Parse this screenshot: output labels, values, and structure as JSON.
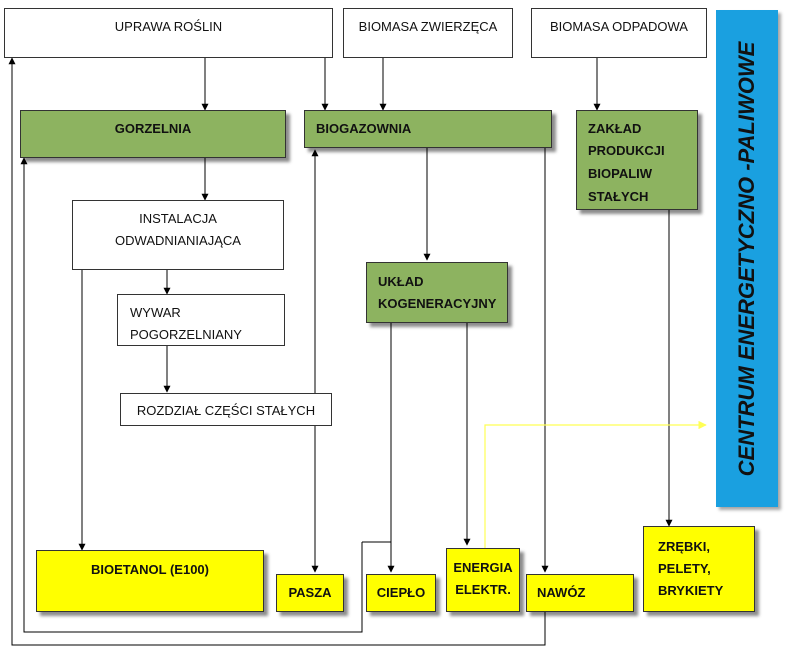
{
  "sources": {
    "uprawa": "UPRAWA ROŚLIN",
    "zwierzeca": "BIOMASA ZWIERZĘCA",
    "odpadowa": "BIOMASA ODPADOWA"
  },
  "plants": {
    "gorzelnia": "GORZELNIA",
    "biogazownia": "BIOGAZOWNIA",
    "zaklad": [
      "ZAKŁAD",
      "PRODUKCJI",
      "BIOPALIW",
      "STAŁYCH"
    ]
  },
  "process": {
    "instalacja": [
      "INSTALACJA",
      "ODWADNIANIAJĄCA"
    ],
    "wywar": [
      "WYWAR",
      "POGORZELNIANY"
    ],
    "rozdzial": "ROZDZIAŁ CZĘŚCI STAŁYCH",
    "kogeneracja": [
      "UKŁAD",
      "KOGENERACYJNY"
    ]
  },
  "products": {
    "bioetanol": "BIOETANOL (E100)",
    "pasza": "PASZA",
    "cieplo": "CIEPŁO",
    "energia": [
      "ENERGIA",
      "ELEKTR."
    ],
    "nawoz": "NAWÓZ",
    "zrebki": [
      "ZRĘBKI,",
      "PELETY,",
      "BRYKIETY"
    ]
  },
  "center_label": "CENTRUM ENERGETYCZNO -PALIWOWE",
  "colors": {
    "green": "#8db360",
    "yellow": "#ffff00",
    "blue": "#1aa0e0",
    "energy_line": "#ffff66"
  }
}
